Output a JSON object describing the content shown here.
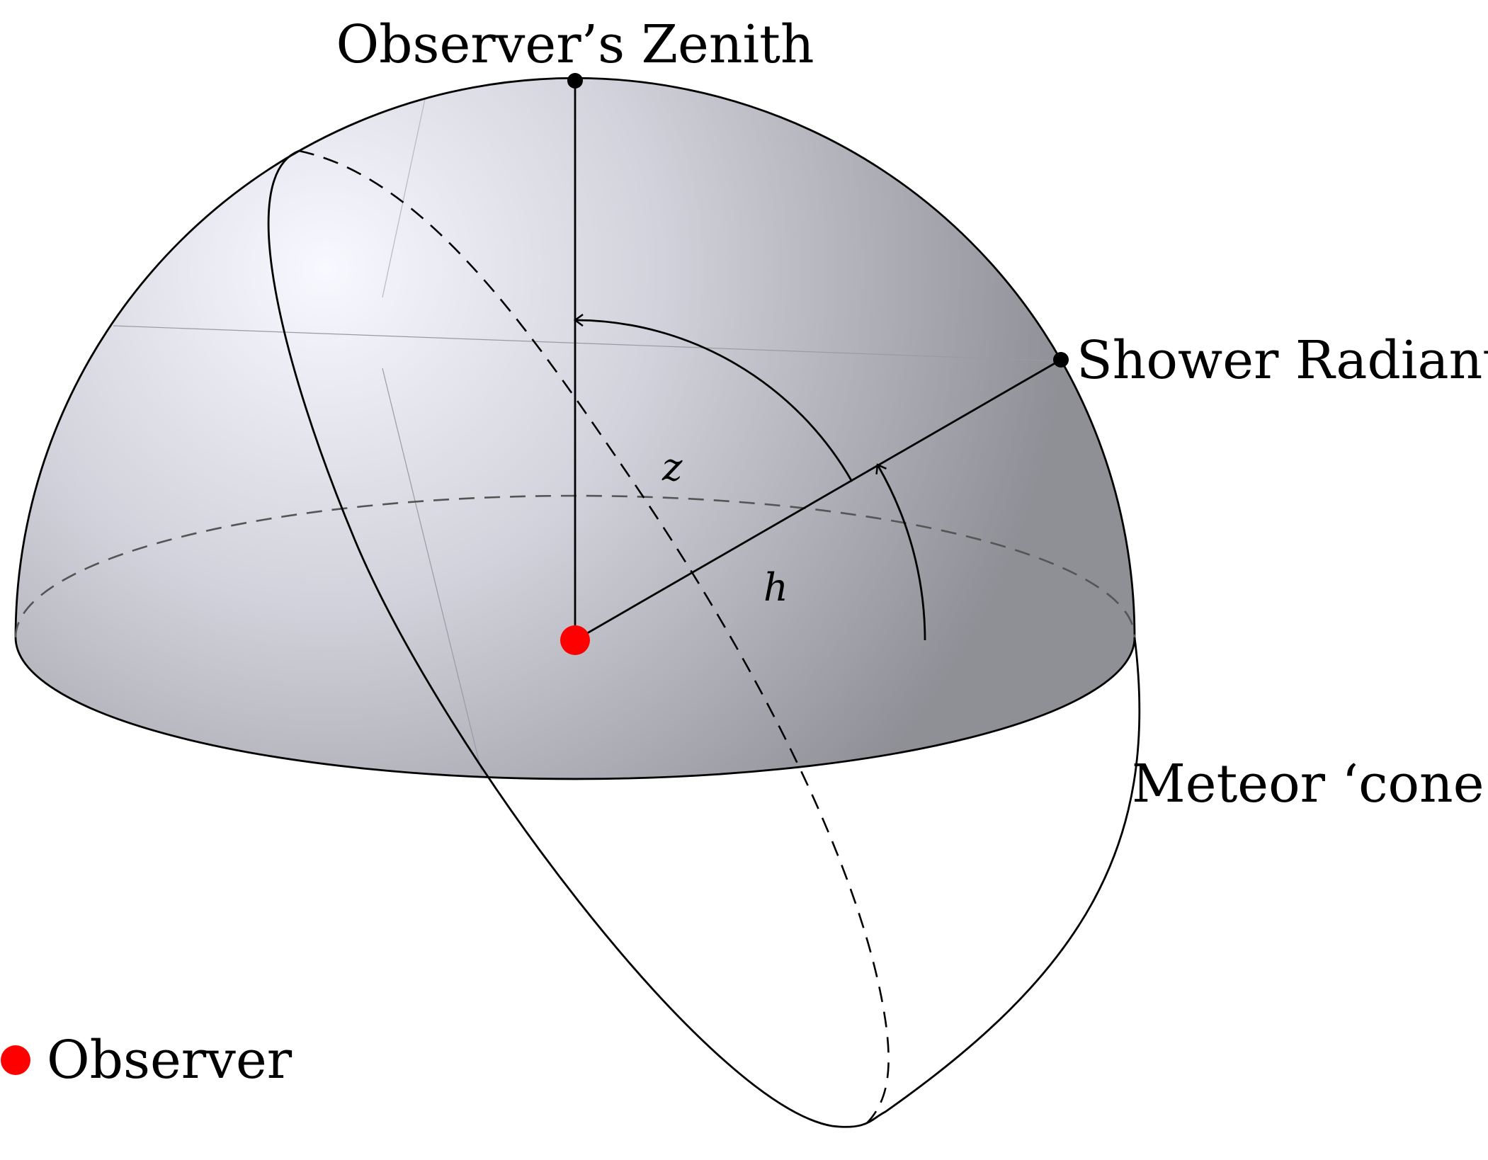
{
  "labels": {
    "zenith": "Observer’s Zenith",
    "radiant": "Shower Radiant",
    "cone": "Meteor ‘cone’",
    "observer_legend": "Observer",
    "z_symbol": "z",
    "h_symbol": "h"
  },
  "colors": {
    "observer": "#ff0000",
    "line": "#000000",
    "dash": "#555555",
    "dome_light": "#f3f3fb",
    "dome_dark": "#8f8f96"
  }
}
